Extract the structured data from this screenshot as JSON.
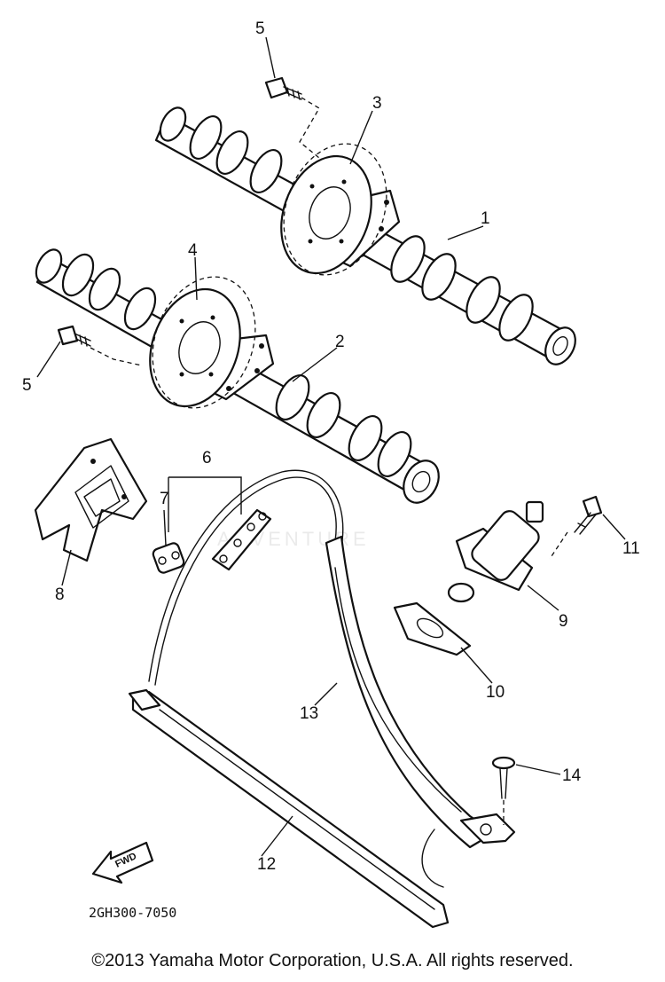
{
  "diagram": {
    "part_labels": [
      {
        "id": "1",
        "text": "1"
      },
      {
        "id": "2",
        "text": "2"
      },
      {
        "id": "3",
        "text": "3"
      },
      {
        "id": "4",
        "text": "4"
      },
      {
        "id": "5a",
        "text": "5"
      },
      {
        "id": "5b",
        "text": "5"
      },
      {
        "id": "6",
        "text": "6"
      },
      {
        "id": "7",
        "text": "7"
      },
      {
        "id": "8",
        "text": "8"
      },
      {
        "id": "9",
        "text": "9"
      },
      {
        "id": "10",
        "text": "10"
      },
      {
        "id": "11",
        "text": "11"
      },
      {
        "id": "12",
        "text": "12"
      },
      {
        "id": "13",
        "text": "13"
      },
      {
        "id": "14",
        "text": "14"
      }
    ],
    "fwd_arrow_label": "FWD",
    "diagram_code": "2GH300-7050",
    "watermark": "ADVENTURE"
  },
  "footer": {
    "copyright": "©2013 Yamaha Motor Corporation, U.S.A. All rights reserved."
  }
}
